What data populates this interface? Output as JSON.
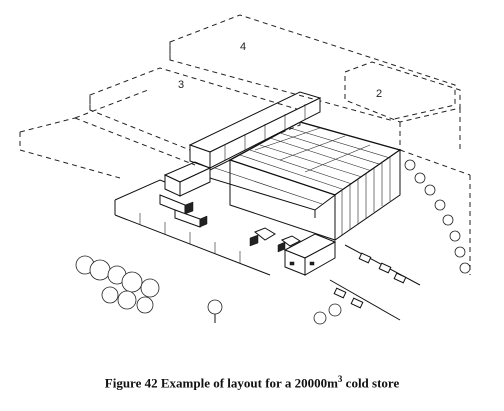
{
  "zones": [
    {
      "id": "4",
      "label": "4"
    },
    {
      "id": "3",
      "label": "3"
    },
    {
      "id": "2",
      "label": "2"
    }
  ],
  "caption": {
    "prefix": "Figure 42    Example of layout for a 20000m",
    "superscript": "3",
    "suffix": " cold store"
  }
}
